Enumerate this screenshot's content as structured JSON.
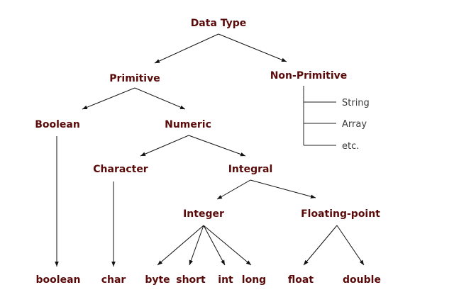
{
  "diagram": {
    "root": "Data Type",
    "primitive": "Primitive",
    "non_primitive": "Non-Primitive",
    "boolean_group": "Boolean",
    "numeric": "Numeric",
    "character": "Character",
    "integral": "Integral",
    "integer": "Integer",
    "floating_point": "Floating-point",
    "non_primitive_items": [
      "String",
      "Array",
      "etc."
    ],
    "leaves": {
      "boolean": "boolean",
      "char": "char",
      "byte": "byte",
      "short": "short",
      "int": "int",
      "long": "long",
      "float": "float",
      "double": "double"
    }
  }
}
